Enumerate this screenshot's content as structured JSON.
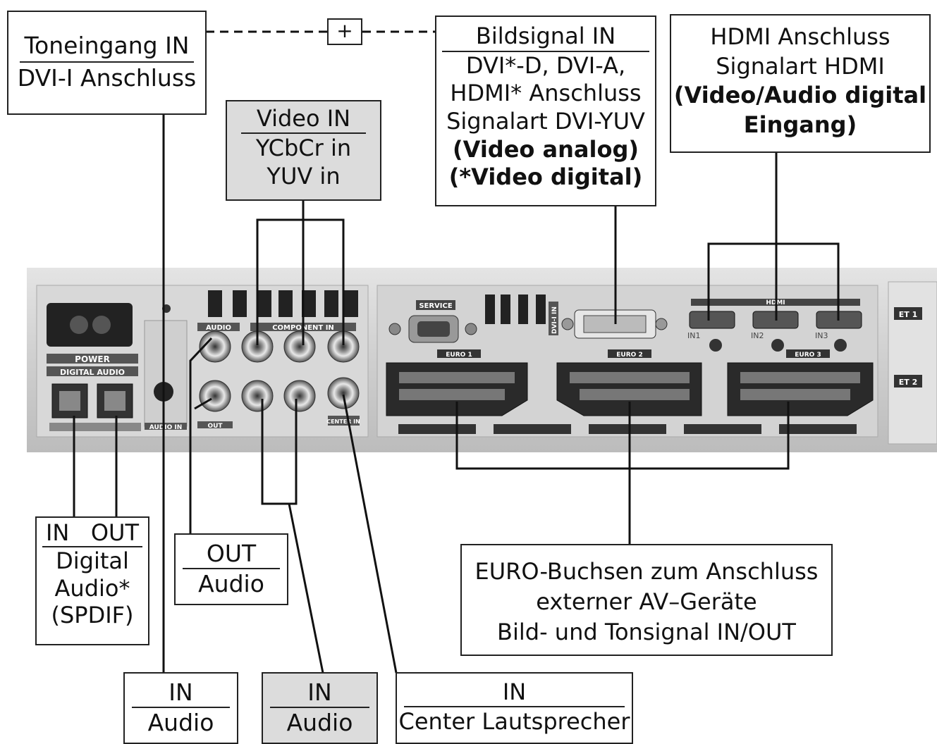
{
  "callouts": {
    "toneingang": {
      "line1": "Toneingang IN",
      "line2": "DVI-I Anschluss"
    },
    "plus": "+",
    "video_in": {
      "line1": "Video IN",
      "line2": "YCbCr in",
      "line3": "YUV in"
    },
    "bildsignal": {
      "line1": "Bildsignal IN",
      "line2": "DVI*-D, DVI-A,",
      "line3": "HDMI* Anschluss",
      "line4": "Signalart DVI-YUV",
      "line5": "(Video analog)",
      "line6": "(*Video digital)"
    },
    "hdmi": {
      "line1": "HDMI Anschluss",
      "line2": "Signalart HDMI",
      "line3": "(Video/Audio digital",
      "line4": "Eingang)"
    },
    "digital_audio": {
      "line1": "IN   OUT",
      "line2": "Digital",
      "line3": "Audio*",
      "line4": "(SPDIF)"
    },
    "out_audio": {
      "line1": "OUT",
      "line2": "Audio"
    },
    "euro": {
      "line1": "EURO-Buchsen zum Anschluss",
      "line2": "externer AV–Geräte",
      "line3": "Bild- und Tonsignal IN/OUT"
    },
    "in_audio_1": {
      "line1": "IN",
      "line2": "Audio"
    },
    "in_audio_2": {
      "line1": "IN",
      "line2": "Audio"
    },
    "in_center": {
      "line1": "IN",
      "line2": "Center Lautsprecher"
    }
  },
  "panel_labels": {
    "power": "POWER",
    "digital_audio": "DIGITAL AUDIO",
    "audio": "AUDIO",
    "component_in": "COMPONENT IN",
    "service": "SERVICE",
    "dvi_in": "DVI-I IN",
    "hdmi": "HDMI",
    "euro1": "EURO 1",
    "euro2": "EURO 2",
    "euro3": "EURO 3",
    "et1": "ET 1",
    "et2": "ET 2",
    "in1": "IN1",
    "in2": "IN2",
    "in3": "IN3",
    "audio_in": "AUDIO IN",
    "out": "OUT",
    "center_in": "CENTER IN"
  }
}
